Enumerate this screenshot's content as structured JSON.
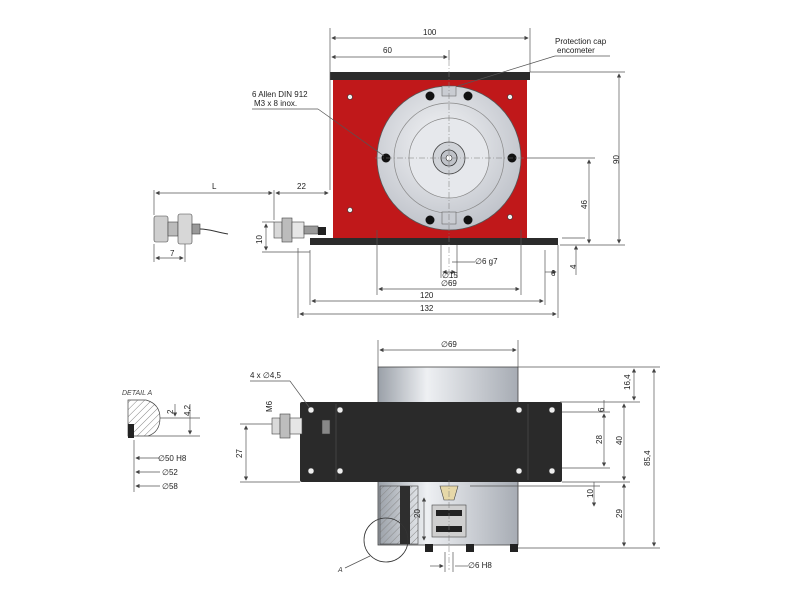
{
  "top_view": {
    "dim_100": "100",
    "dim_60": "60",
    "dim_L": "L",
    "dim_22": "22",
    "dim_7": "7",
    "dim_10": "10",
    "dim_90": "90",
    "dim_46": "46",
    "dim_6": "6",
    "dim_4": "4",
    "dim_d15": "∅15",
    "dim_d6g7": "∅6 g7",
    "dim_d69": "∅69",
    "dim_120": "120",
    "dim_132": "132",
    "note_cap_line1": "Protection cap",
    "note_cap_line2": "encometer",
    "note_allen_line1": "6 Allen DIN 912",
    "note_allen_line2": "M3 x 8 inox."
  },
  "bottom_view": {
    "dim_d69": "∅69",
    "dim_holes": "4 x ∅4,5",
    "dim_M6": "M6",
    "dim_27": "27",
    "dim_16_4": "16,4",
    "dim_6": "6",
    "dim_28": "28",
    "dim_40": "40",
    "dim_85_4": "85,4",
    "dim_10": "10",
    "dim_29": "29",
    "dim_20": "20",
    "dim_d6H8": "∅6 H8",
    "detail_ref": "A"
  },
  "detail": {
    "title": "DETAIL A",
    "dim_2": "2",
    "dim_4_2": "4,2",
    "dim_d50H8": "∅50 H8",
    "dim_d52": "∅52",
    "dim_d58": "∅58"
  },
  "colors": {
    "housing_red": "#c0181a",
    "dark_plate": "#2a2a2a",
    "cylinder_grey": "#d8dbe0"
  }
}
